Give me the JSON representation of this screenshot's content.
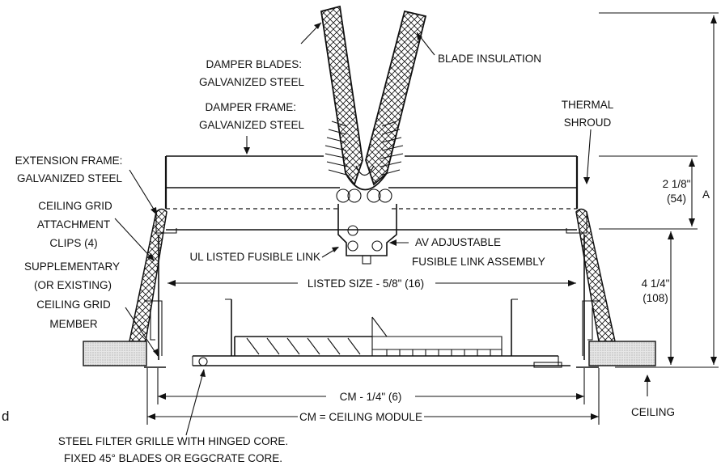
{
  "labels": {
    "damper_blades_1": "DAMPER BLADES:",
    "damper_blades_2": "GALVANIZED STEEL",
    "blade_insulation": "BLADE INSULATION",
    "damper_frame_1": "DAMPER FRAME:",
    "damper_frame_2": "GALVANIZED STEEL",
    "thermal_shroud_1": "THERMAL",
    "thermal_shroud_2": "SHROUD",
    "extension_frame_1": "EXTENSION FRAME:",
    "extension_frame_2": "GALVANIZED STEEL",
    "grid_clips_1": "CEILING GRID",
    "grid_clips_2": "ATTACHMENT",
    "grid_clips_3": "CLIPS (4)",
    "supplementary_1": "SUPPLEMENTARY",
    "supplementary_2": "(OR EXISTING)",
    "supplementary_3": "CEILING GRID",
    "supplementary_4": "MEMBER",
    "ul_link": "UL LISTED FUSIBLE LINK",
    "av_link_1": "AV ADJUSTABLE",
    "av_link_2": "FUSIBLE LINK ASSEMBLY",
    "listed_size": "LISTED SIZE - 5/8\" (16)",
    "cm_quarter": "CM - 1/4\" (6)",
    "cm_module": "CM = CEILING MODULE",
    "ceiling": "CEILING",
    "filter_1": "STEEL FILTER GRILLE WITH HINGED CORE.",
    "filter_2": "FIXED 45° BLADES OR EGGCRATE CORE.",
    "dim_218_in": "2 1/8\"",
    "dim_218_mm": "(54)",
    "dim_414_in": "4 1/4\"",
    "dim_414_mm": "(108)",
    "dim_a": "A",
    "edge_char": "d"
  }
}
